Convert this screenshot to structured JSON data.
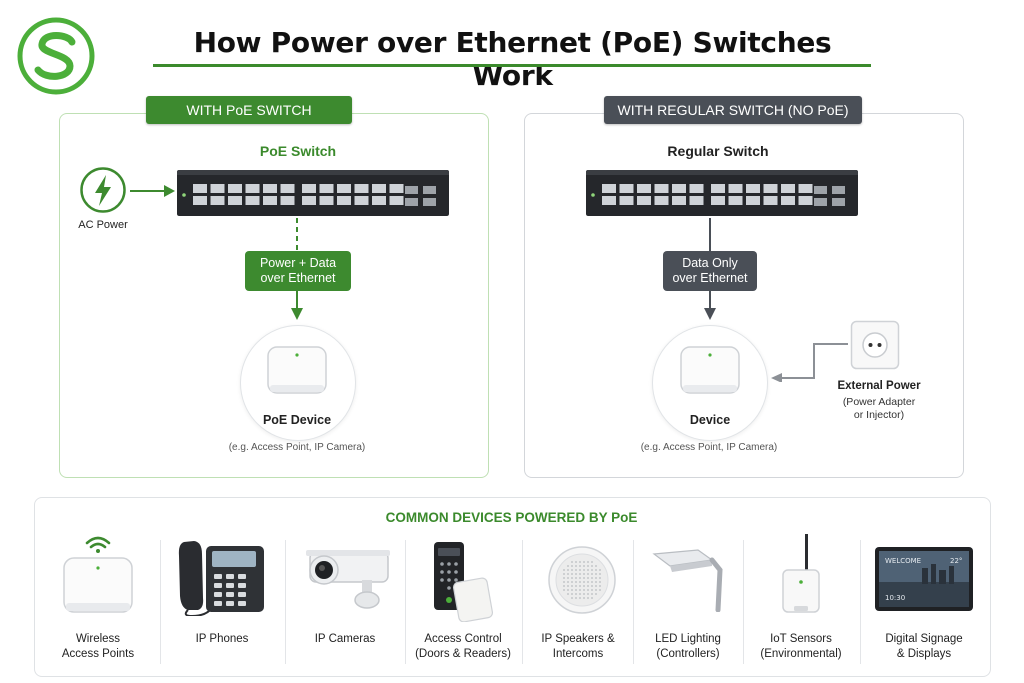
{
  "header": {
    "title": "How Power over Ethernet (PoE) Switches Work"
  },
  "left_panel": {
    "tag": "WITH PoE SWITCH",
    "switch_label": "PoE Switch",
    "ac_power_label": "AC Power",
    "flow_line1": "Power + Data",
    "flow_line2": "over Ethernet",
    "device_label": "PoE Device",
    "device_example": "(e.g. Access Point, IP Camera)"
  },
  "right_panel": {
    "tag": "WITH REGULAR SWITCH (NO PoE)",
    "switch_label": "Regular Switch",
    "flow_line1": "Data Only",
    "flow_line2": "over Ethernet",
    "device_label": "Device",
    "device_example": "(e.g. Access Point, IP Camera)",
    "external_power_label": "External Power",
    "external_power_sub1": "(Power Adapter",
    "external_power_sub2": "or Injector)"
  },
  "common_devices": {
    "title": "COMMON DEVICES POWERED BY PoE",
    "items": [
      {
        "line1": "Wireless",
        "line2": "Access Points",
        "icon": "access-point-icon"
      },
      {
        "line1": "IP Phones",
        "line2": "",
        "icon": "ip-phone-icon"
      },
      {
        "line1": "IP Cameras",
        "line2": "",
        "icon": "ip-camera-icon"
      },
      {
        "line1": "Access Control",
        "line2": "(Doors & Readers)",
        "icon": "access-control-icon"
      },
      {
        "line1": "IP Speakers &",
        "line2": "Intercoms",
        "icon": "speaker-icon"
      },
      {
        "line1": "LED Lighting",
        "line2": "(Controllers)",
        "icon": "led-light-icon"
      },
      {
        "line1": "IoT Sensors",
        "line2": "(Environmental)",
        "icon": "iot-sensor-icon"
      },
      {
        "line1": "Digital Signage",
        "line2": "& Displays",
        "icon": "digital-signage-icon"
      }
    ],
    "signage_screen": {
      "welcome": "WELCOME",
      "time": "10:30",
      "temp": "22°"
    }
  },
  "colors": {
    "green": "#3d8a2f",
    "dark": "#4a4f57",
    "switch": "#25272b"
  }
}
